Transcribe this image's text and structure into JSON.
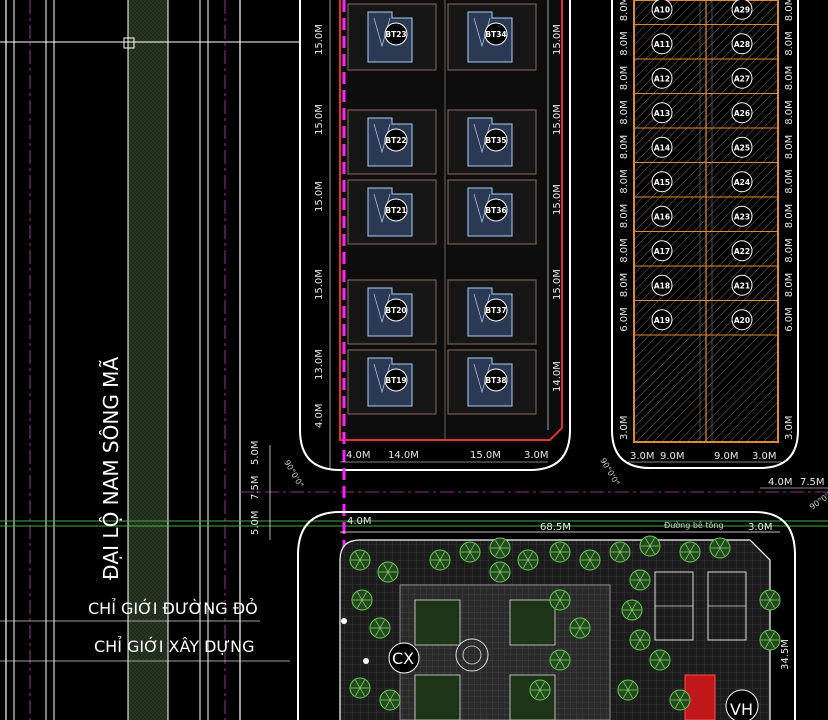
{
  "road": {
    "name": "ĐẠI LỘ NAM SÔNG MÃ"
  },
  "legend": {
    "red_line": "CHỈ GIỚI ĐƯỜNG ĐỎ",
    "build_line": "CHỈ GIỚI XÂY DỰNG"
  },
  "villas": {
    "left": [
      "BT23",
      "BT22",
      "BT21",
      "BT20",
      "BT19"
    ],
    "right": [
      "BT34",
      "BT35",
      "BT36",
      "BT37",
      "BT38"
    ],
    "row_dims_left": [
      "15.0M",
      "15.0M",
      "15.0M",
      "15.0M",
      "13.0M",
      "4.0M"
    ],
    "row_dims_right": [
      "15.0M",
      "15.0M",
      "15.0M",
      "15.0M",
      "14.0M"
    ],
    "bottom_dims": [
      "4.0M",
      "14.0M",
      "15.0M",
      "3.0M"
    ]
  },
  "rowhouses": {
    "left": [
      "A10",
      "A11",
      "A12",
      "A13",
      "A14",
      "A15",
      "A16",
      "A17",
      "A18",
      "A19"
    ],
    "right": [
      "A29",
      "A28",
      "A27",
      "A26",
      "A25",
      "A24",
      "A23",
      "A22",
      "A21",
      "A20"
    ],
    "widths": [
      "8.0M",
      "8.0M",
      "8.0M",
      "8.0M",
      "8.0M",
      "8.0M",
      "8.0M",
      "8.0M",
      "8.0M",
      "6.0M"
    ],
    "last_row_extra": "3.0M",
    "bottom_dims": [
      "3.0M",
      "9.0M",
      "9.0M",
      "3.0M"
    ]
  },
  "street_dims": {
    "corner_left": "90°0'0\"",
    "corner_mid": "90°0'0\"",
    "corner_right": "90°0'0\"",
    "vert": [
      "5.0M",
      "7.5M",
      "5.0M"
    ],
    "right_width": "4.0M",
    "right_width2": "7.5M",
    "park_offset": "4.0M",
    "park_width": "68.5M",
    "park_side": "3.0M",
    "park_height": "34.5M",
    "path_label": "Đường bê tông"
  },
  "park": {
    "label_cx": "CX",
    "label_vh": "VH"
  }
}
